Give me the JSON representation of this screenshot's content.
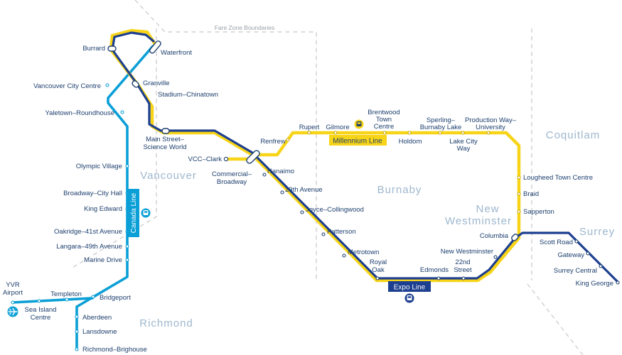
{
  "colors": {
    "expo": "#1d3f8f",
    "millennium": "#f7d417",
    "canada": "#0a9fd6",
    "label_text": "#1d3f6e",
    "region_text": "#9db7ce",
    "boundary": "#c8c8c8"
  },
  "map": {
    "fare_zone_title": "Fare Zone Boundaries",
    "regions": {
      "vancouver": "Vancouver",
      "burnaby": "Burnaby",
      "new_westminster_1": "New",
      "new_westminster_2": "Westminster",
      "coquitlam": "Coquitlam",
      "surrey": "Surrey",
      "richmond": "Richmond"
    },
    "lines": {
      "expo": "Expo Line",
      "millennium": "Millennium Line",
      "canada": "Canada Line"
    },
    "icons": {
      "train": "train-icon",
      "airport": "airplane-icon"
    },
    "stations": {
      "waterfront": "Waterfront",
      "burrard": "Burrard",
      "granville": "Granville",
      "stadium": "Stadium–Chinatown",
      "main_1": "Main Street–",
      "main_2": "Science World",
      "commercial_1": "Commercial–",
      "commercial_2": "Broadway",
      "nanaimo": "Nanaimo",
      "ave29": "29th Avenue",
      "joyce": "Joyce–Collingwood",
      "patterson": "Patterson",
      "metrotown": "Metrotown",
      "royal_oak_1": "Royal",
      "royal_oak_2": "Oak",
      "edmonds": "Edmonds",
      "st22_1": "22nd",
      "st22_2": "Street",
      "new_west": "New Westminster",
      "columbia": "Columbia",
      "scott_road": "Scott Road",
      "gateway": "Gateway",
      "surrey_central": "Surrey Central",
      "king_george": "King George",
      "vcc_clark": "VCC–Clark",
      "renfrew": "Renfrew",
      "rupert": "Rupert",
      "gilmore": "Gilmore",
      "brentwood_1": "Brentwood",
      "brentwood_2": "Town",
      "brentwood_3": "Centre",
      "holdom": "Holdom",
      "sperling_1": "Sperling–",
      "sperling_2": "Burnaby Lake",
      "lake_city_1": "Lake City",
      "lake_city_2": "Way",
      "production_1": "Production Way–",
      "production_2": "University",
      "lougheed": "Lougheed Town Centre",
      "braid": "Braid",
      "sapperton": "Sapperton",
      "vancouver_city_centre": "Vancouver City Centre",
      "yaletown": "Yaletown–Roundhouse",
      "olympic_village": "Olympic Village",
      "broadway_city_hall": "Broadway–City Hall",
      "king_edward": "King Edward",
      "oakridge": "Oakridge–41st Avenue",
      "langara": "Langara–49th Avenue",
      "marine_drive": "Marine Drive",
      "bridgeport": "Bridgeport",
      "templeton": "Templeton",
      "sea_island_1": "Sea Island",
      "sea_island_2": "Centre",
      "yvr_1": "YVR",
      "yvr_2": "Airport",
      "aberdeen": "Aberdeen",
      "lansdowne": "Lansdowne",
      "richmond_brighouse": "Richmond–Brighouse"
    }
  }
}
